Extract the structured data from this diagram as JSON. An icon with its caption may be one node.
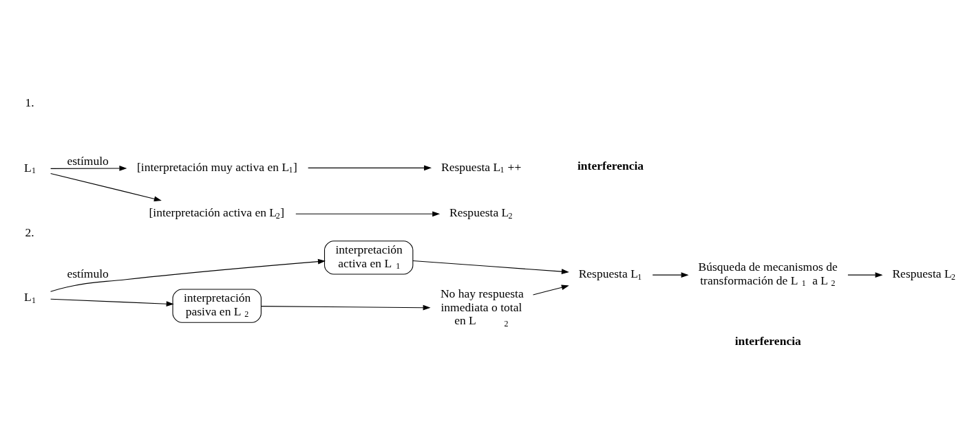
{
  "diagram": {
    "nodes": [
      {
        "text": [
          "L$_{1}$"
        ]
      },
      {
        "text": [
          "[interpretación muy activa en L$_{1}$]"
        ]
      },
      {
        "text": [
          "Respuesta L$_{1}$ ++"
        ]
      },
      {
        "text": [
          "[interpretación activa en L$_{2}$]"
        ]
      },
      {
        "text": [
          "Respuesta L$_{2}$"
        ]
      },
      {
        "text": [
          "L$_{1}$"
        ]
      },
      {
        "text": [
          "interpretación activa en L$_{1}$"
        ]
      },
      {
        "text": [
          "Respuesta L$_{1}$"
        ]
      },
      {
        "text": [
          "Búsqueda de mecanismos de transformación de L$_{1}$ a L$_{2}$"
        ]
      },
      {
        "text": [
          "Respuesta L$_{2}$"
        ]
      },
      {
        "text": [
          "interpretación pasiva en L$_{2}$"
        ]
      },
      {
        "text": [
          "No hay respuesta inmediata o total en L$_{2}$"
        ]
      }
    ],
    "edges": [
      {
        "from": 0,
        "to": 1,
        "arrow": "to",
        "label": "estímulo"
      },
      {
        "from": 0,
        "to": 3,
        "arrow": "to"
      },
      {
        "from": 1,
        "to": 2,
        "arrow": "to"
      },
      {
        "from": 3,
        "to": 4,
        "arrow": "to"
      },
      {
        "from": 5,
        "to": 6,
        "arrow": "to",
        "label": "estímulo"
      },
      {
        "from": 5,
        "to": 10,
        "arrow": "to"
      },
      {
        "from": 6,
        "to": 7,
        "arrow": "to"
      },
      {
        "from": 7,
        "to": 8,
        "arrow": "to"
      },
      {
        "from": 8,
        "to": 9,
        "arrow": "to"
      },
      {
        "from": 10,
        "to": 11,
        "arrow": "to"
      },
      {
        "from": 11,
        "to": 7,
        "arrow": "to"
      }
    ],
    "labels": [
      "1.",
      "interferencia",
      "2.",
      "interferencia"
    ]
  }
}
